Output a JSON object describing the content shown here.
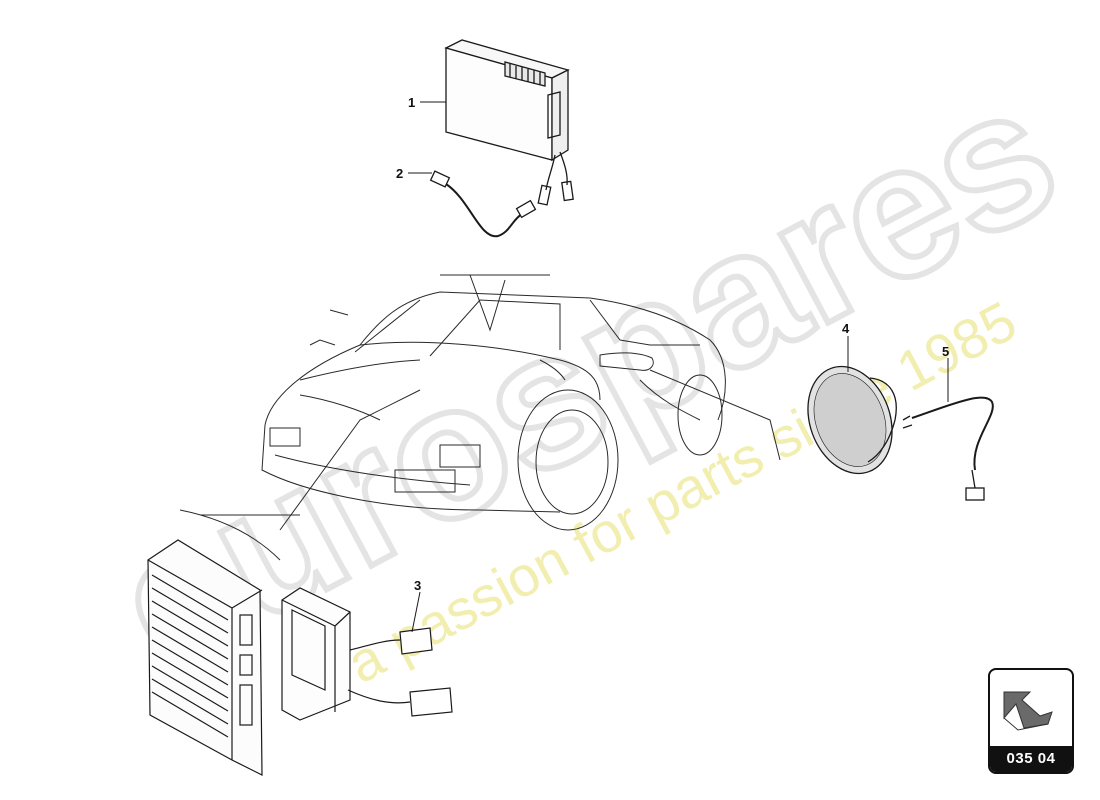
{
  "watermark": {
    "brand": "eurospares",
    "tagline": "a passion for parts since 1985",
    "color_grey": "#e6e6e6",
    "color_yellow": "#f3f0b0"
  },
  "callouts": [
    {
      "id": "1",
      "label": "1"
    },
    {
      "id": "2",
      "label": "2"
    },
    {
      "id": "3",
      "label": "3"
    },
    {
      "id": "4",
      "label": "4"
    },
    {
      "id": "5",
      "label": "5"
    }
  ],
  "badge": {
    "section_code": "035 04",
    "icon": "arrow-icon",
    "arrow_color": "#555555"
  },
  "line_color": "#1a1a1a"
}
